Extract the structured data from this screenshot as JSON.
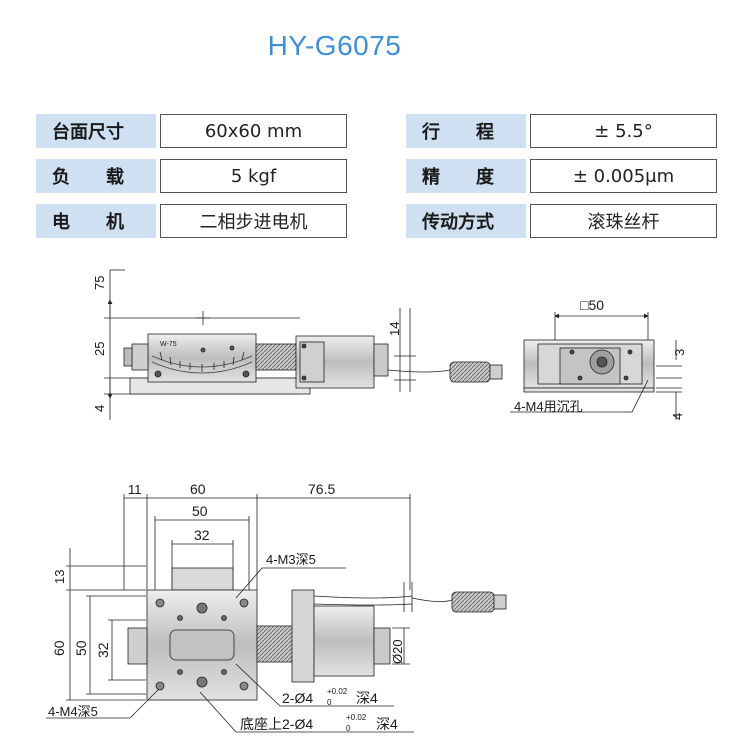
{
  "title": "HY-G6075",
  "specs": {
    "left": [
      {
        "label": "台面尺寸",
        "value": "60x60 mm"
      },
      {
        "label": "负　　载",
        "value": "5  kgf"
      },
      {
        "label": "电　　机",
        "value": "二相步进电机"
      }
    ],
    "right": [
      {
        "label": "行　　程",
        "value": "± 5.5°"
      },
      {
        "label": "精　　度",
        "value": "± 0.005μm"
      },
      {
        "label": "传动方式",
        "value": "滚珠丝杆"
      }
    ]
  },
  "side_view": {
    "dim_top": "75",
    "dim_height": "25",
    "dim_base": "4",
    "dim_cable": "14",
    "scale_text": "W-75"
  },
  "end_view": {
    "dim_width": "□50",
    "dim_right": "3",
    "dim_bottom": "4",
    "hole_note": "4-M4用沉孔"
  },
  "top_view": {
    "dim_offset": "11",
    "dim_width": "60",
    "dim_motor": "76.5",
    "dim_50": "50",
    "dim_32": "32",
    "dim_13": "13",
    "dim_60v": "60",
    "dim_50v": "50",
    "dim_32v": "32",
    "dim_phi20": "Ø20",
    "note_m3": "4-M3深5",
    "note_m4": "4-M4深5",
    "note_pin_prefix": "2-Ø4",
    "note_pin_sup": "+0.02",
    "note_pin_sub": "0",
    "note_pin_suffix": "深4",
    "note_base_prefix": "底座上2-Ø4",
    "note_base_sup": "+0.02",
    "note_base_sub": "0",
    "note_base_suffix": "深4"
  }
}
